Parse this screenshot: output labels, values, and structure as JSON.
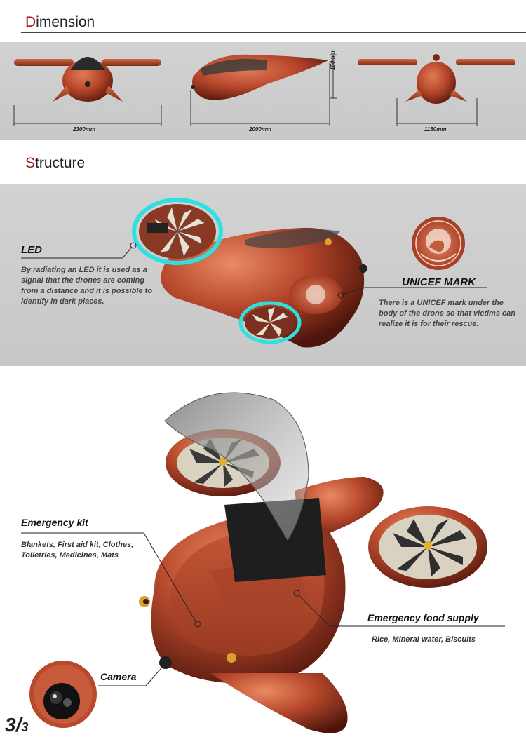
{
  "sections": {
    "dimension": {
      "first_letter": "D",
      "rest": "imension"
    },
    "structure": {
      "first_letter": "S",
      "rest": "tructure"
    }
  },
  "dimensions": {
    "width": "2300mm",
    "length": "2000mm",
    "height": "150mm",
    "rear_width": "1150mm"
  },
  "structure": {
    "led": {
      "title": "LED",
      "body": "By radiating an LED it is used as a signal that the drones are coming from a distance and it is possible to identify in dark places."
    },
    "unicef": {
      "title": "UNICEF MARK",
      "body": "There is a UNICEF mark under the body of the drone so that victims can realize it is for their rescue."
    }
  },
  "features": {
    "kit": {
      "title": "Emergency kit",
      "body": "Blankets, First aid kit, Clothes, Toiletries, Medicines, Mats"
    },
    "food": {
      "title": "Emergency food supply",
      "body": "Rice, Mineral water, Biscuits"
    },
    "camera": {
      "title": "Camera"
    }
  },
  "page": {
    "number": "3",
    "total": "3"
  },
  "colors": {
    "accent": "#a11616",
    "body": "#b5452a",
    "led": "#2fe0e0",
    "band": "#d0d0d0"
  }
}
